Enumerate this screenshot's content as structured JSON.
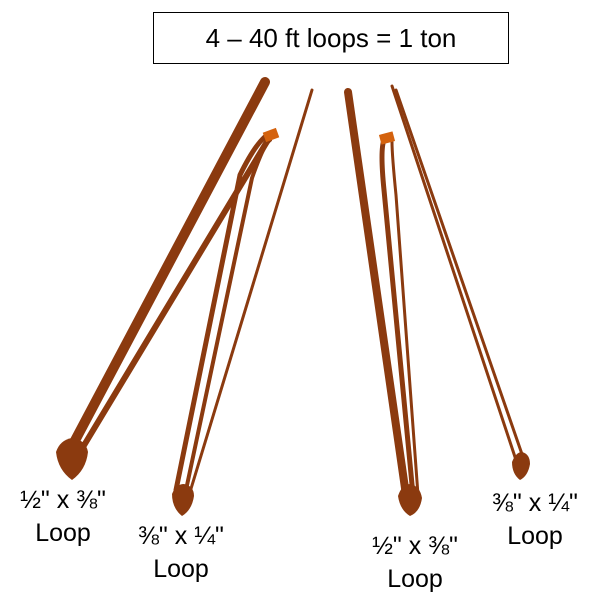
{
  "title": "4 – 40 ft loops = 1 ton",
  "colors": {
    "rope": "#8B3A0F",
    "clip": "#D4620E",
    "border": "#000000"
  },
  "loops": [
    {
      "size": "½\" x ⅜\"",
      "word": "Loop"
    },
    {
      "size": "⅜\" x ¼\"",
      "word": "Loop"
    },
    {
      "size": "½\" x ⅜\"",
      "word": "Loop"
    },
    {
      "size": "⅜\" x ¼\"",
      "word": "Loop"
    }
  ]
}
